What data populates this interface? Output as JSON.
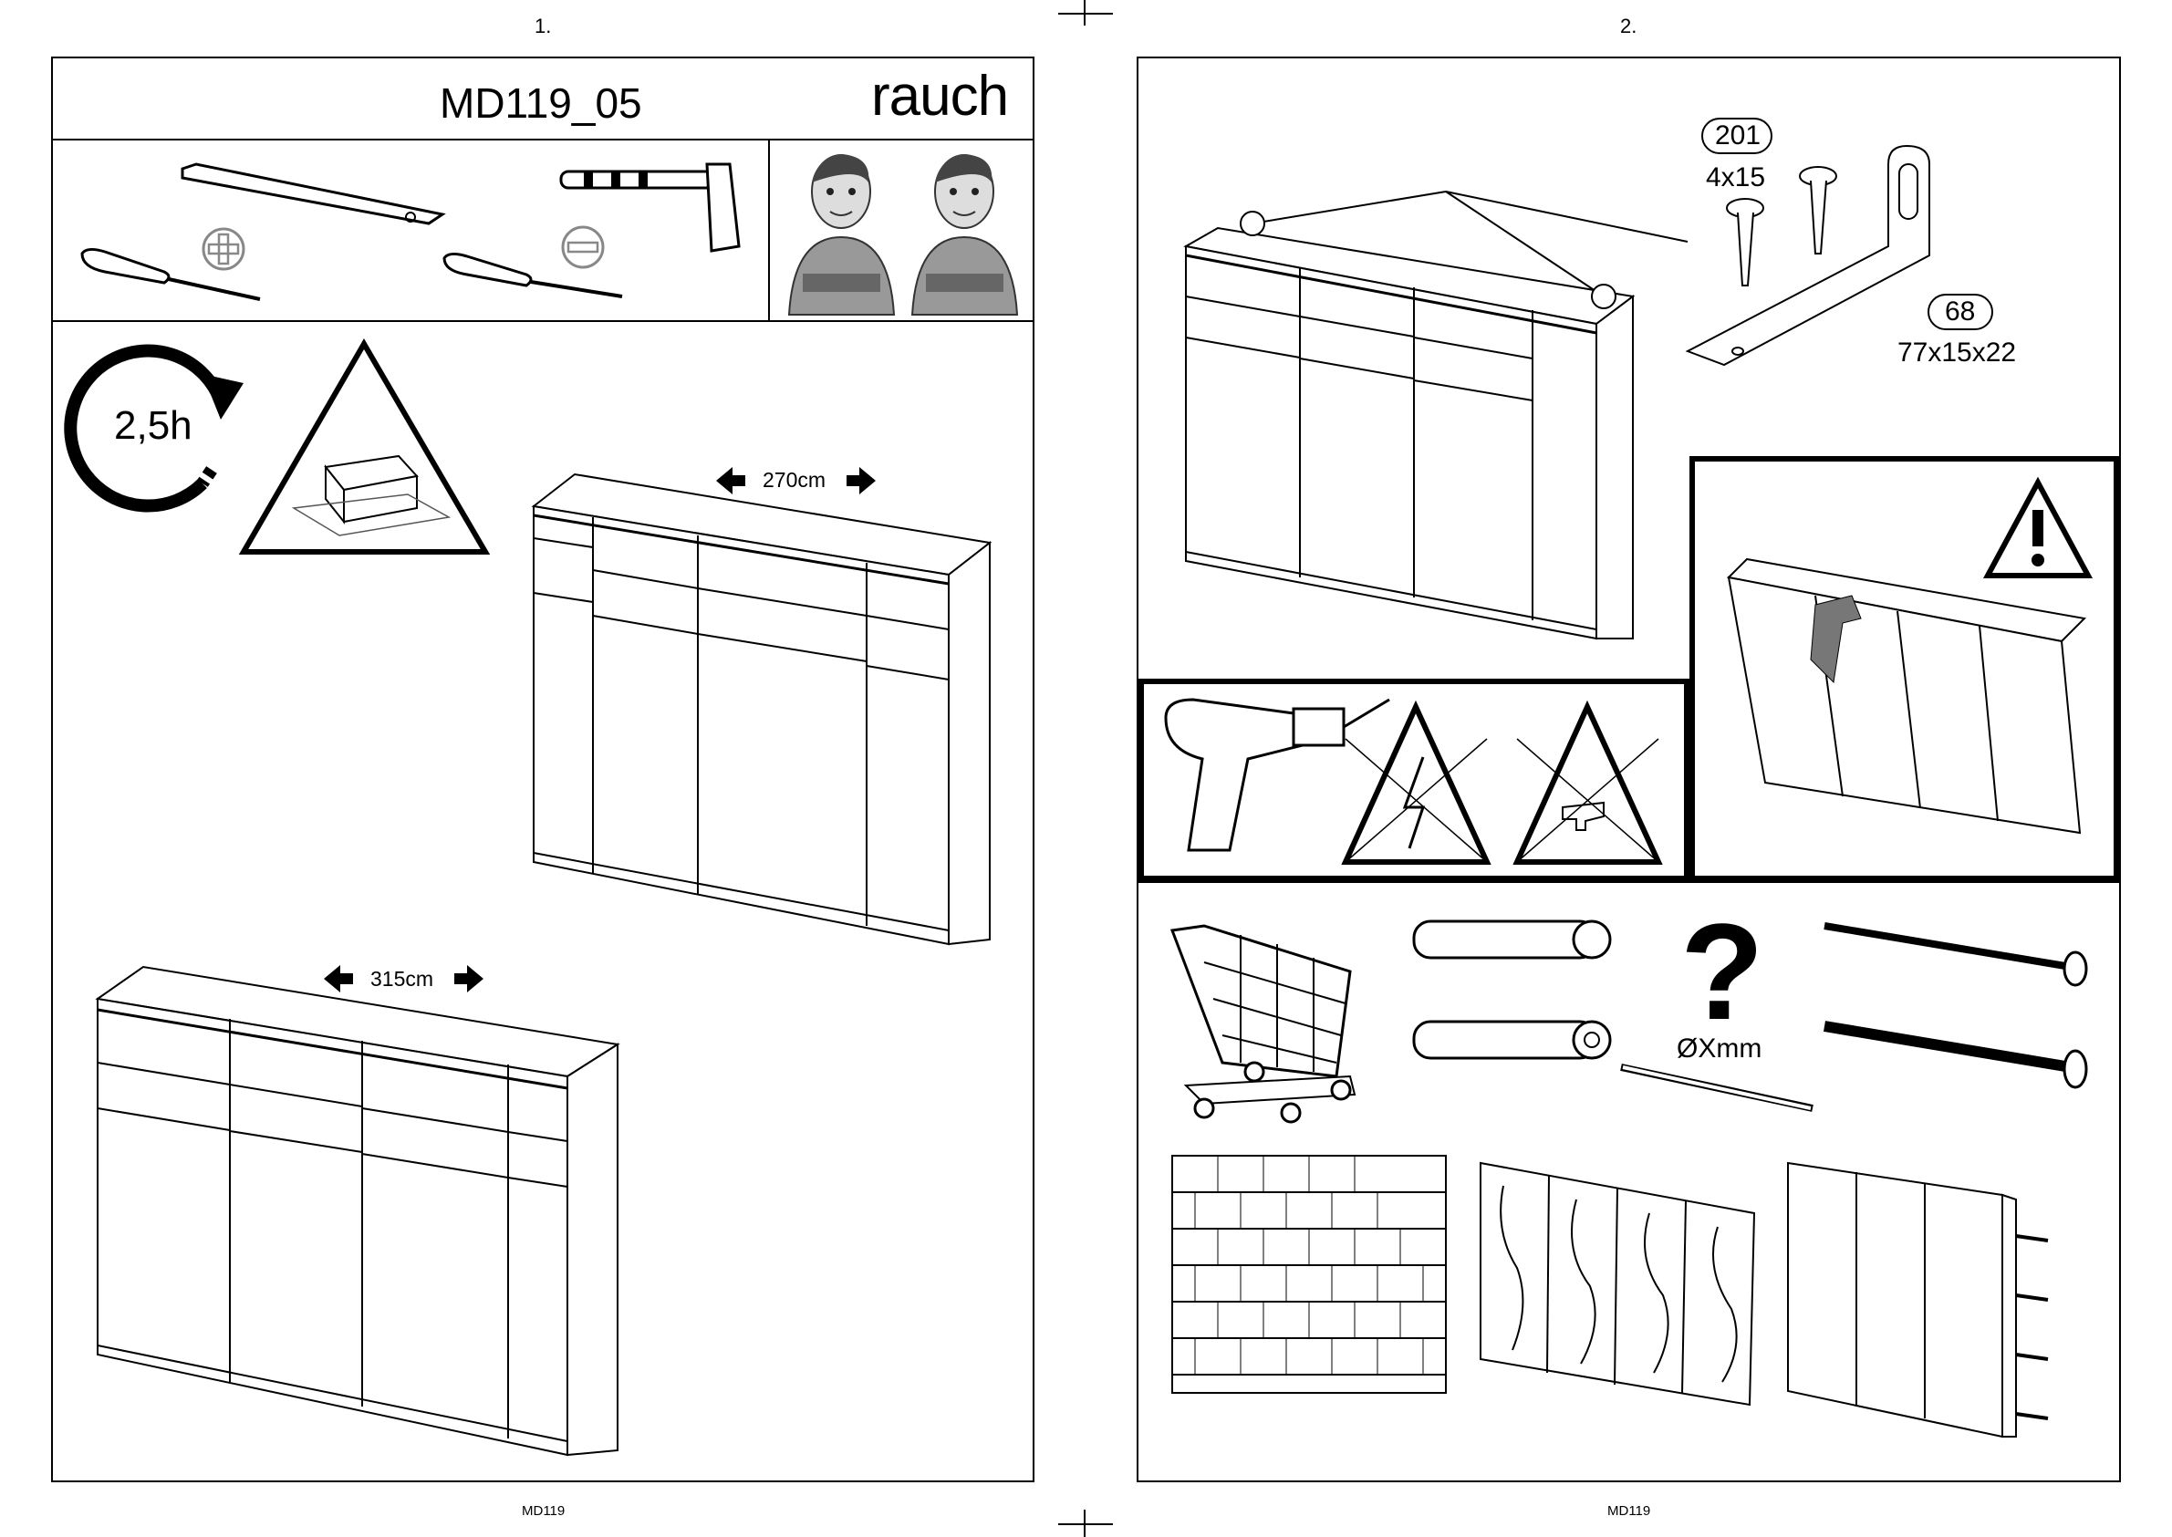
{
  "page1": {
    "number": "1.",
    "title": "MD119_05",
    "brand": "rauch",
    "time": "2,5h",
    "dim_small": "270cm",
    "dim_large": "315cm",
    "footer": "MD119",
    "icons": [
      "spirit-level-icon",
      "hammer-icon",
      "phillips-screwdriver-icon",
      "flathead-screwdriver-icon",
      "two-person-assembly-icon",
      "clock-arrow-icon",
      "warning-triangle-icon"
    ]
  },
  "page2": {
    "number": "2.",
    "part1_id": "201",
    "part1_size": "4x15",
    "part2_id": "68",
    "part2_size": "77x15x22",
    "drill_size": "ØXmm",
    "footer": "MD119",
    "icons": [
      "drill-icon",
      "no-electric-icon",
      "no-water-icon",
      "exclamation-icon",
      "shopping-cart-icon",
      "wall-plug-icon",
      "question-icon",
      "brick-wall-icon",
      "wood-wall-icon",
      "drywall-icon"
    ]
  }
}
